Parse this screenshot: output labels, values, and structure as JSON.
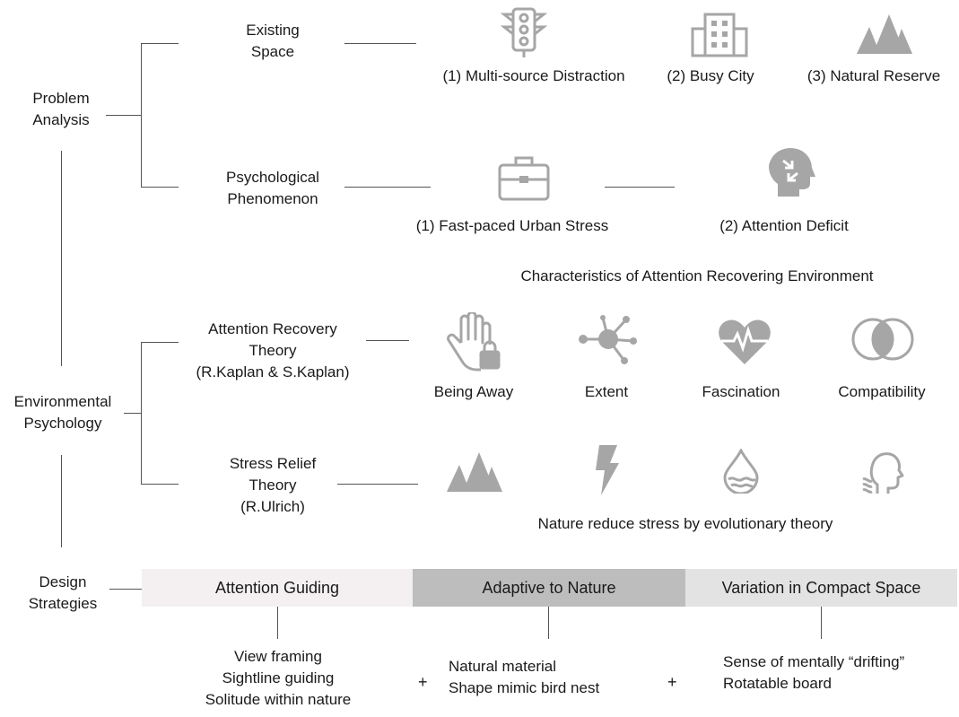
{
  "categories": {
    "problem": [
      "Problem",
      "Analysis"
    ],
    "environmental": [
      "Environmental",
      "Psychology"
    ],
    "design": [
      "Design",
      "Strategies"
    ]
  },
  "existing_space": {
    "label": [
      "Existing",
      "Space"
    ],
    "items": [
      "(1) Multi-source Distraction",
      "(2) Busy City",
      "(3) Natural Reserve"
    ],
    "icons": [
      "traffic-light-icon",
      "building-icon",
      "mountain-icon"
    ]
  },
  "psych_phenomenon": {
    "label": [
      "Psychological",
      "Phenomenon"
    ],
    "items": [
      "(1) Fast-paced Urban Stress",
      "(2) Attention Deficit"
    ],
    "icons": [
      "briefcase-icon",
      "head-arrows-icon"
    ]
  },
  "art": {
    "heading": "Characteristics of Attention Recovering Environment",
    "label": [
      "Attention Recovery",
      "Theory",
      "(R.Kaplan & S.Kaplan)"
    ],
    "items": [
      "Being Away",
      "Extent",
      "Fascination",
      "Compatibility"
    ],
    "icons": [
      "hand-lock-icon",
      "network-node-icon",
      "heart-pulse-icon",
      "overlapping-circles-icon"
    ]
  },
  "srt": {
    "label": [
      "Stress Relief",
      "Theory",
      "(R.Ulrich)"
    ],
    "caption": "Nature reduce stress by evolutionary theory",
    "icons": [
      "mountain-icon",
      "lightning-icon",
      "water-drop-icon",
      "head-waves-icon"
    ]
  },
  "strategies": {
    "bands": [
      "Attention Guiding",
      "Adaptive to Nature",
      "Variation in Compact Space"
    ],
    "colors": [
      "#f4f0f1",
      "#bdbdbd",
      "#e3e3e3"
    ],
    "lists": [
      [
        "View framing",
        "Sightline guiding",
        "Solitude within nature"
      ],
      [
        "Natural material",
        "Shape mimic bird nest"
      ],
      [
        "Sense of mentally “drifting”",
        "Rotatable board"
      ]
    ],
    "plus": [
      "+",
      "+"
    ]
  },
  "colors": {
    "icon": "#a6a6a6",
    "line": "#555555"
  }
}
